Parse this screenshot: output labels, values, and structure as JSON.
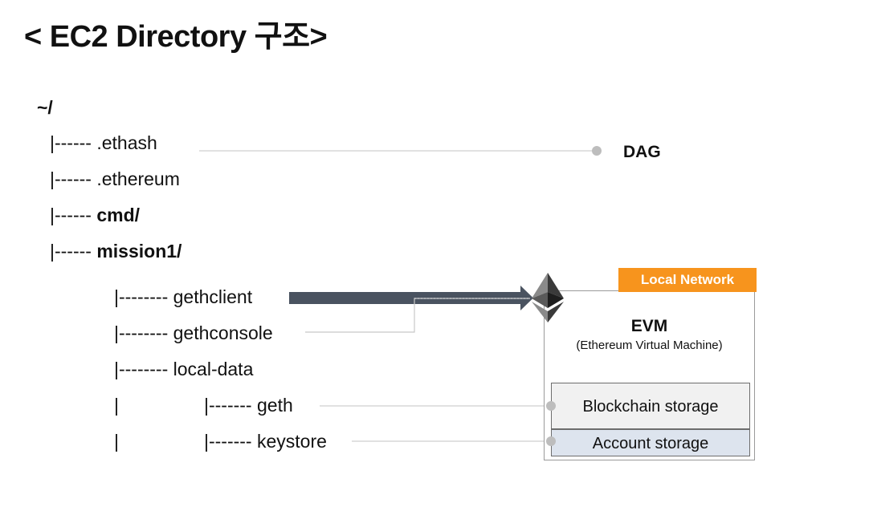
{
  "title": "< EC2 Directory 구조>",
  "tree": {
    "root": "~/",
    "items": [
      {
        "prefix": "|------ ",
        "name": ".ethash"
      },
      {
        "prefix": "|------ ",
        "name": ".ethereum"
      },
      {
        "prefix": "|------ ",
        "name": "cmd/"
      },
      {
        "prefix": "|------ ",
        "name": "mission1/"
      },
      {
        "prefix": "|-------- ",
        "name": "gethclient"
      },
      {
        "prefix": "|-------- ",
        "name": "gethconsole"
      },
      {
        "prefix": "|-------- ",
        "name": "local-data"
      },
      {
        "prefix": "|------- ",
        "name": "geth"
      },
      {
        "prefix": "|------- ",
        "name": "keystore"
      }
    ],
    "pipe": "|"
  },
  "dag_label": "DAG",
  "local_network": {
    "label": "Local Network",
    "color": "#f7941d",
    "evm_title": "EVM",
    "evm_subtitle": "(Ethereum Virtual Machine)",
    "blockchain_storage": "Blockchain storage",
    "account_storage": "Account storage"
  },
  "colors": {
    "arrow": "#4a5360",
    "connector": "#c8c8c8",
    "dot": "#bdbdbd"
  },
  "icons": {
    "ethereum": "ethereum-logo-icon"
  }
}
